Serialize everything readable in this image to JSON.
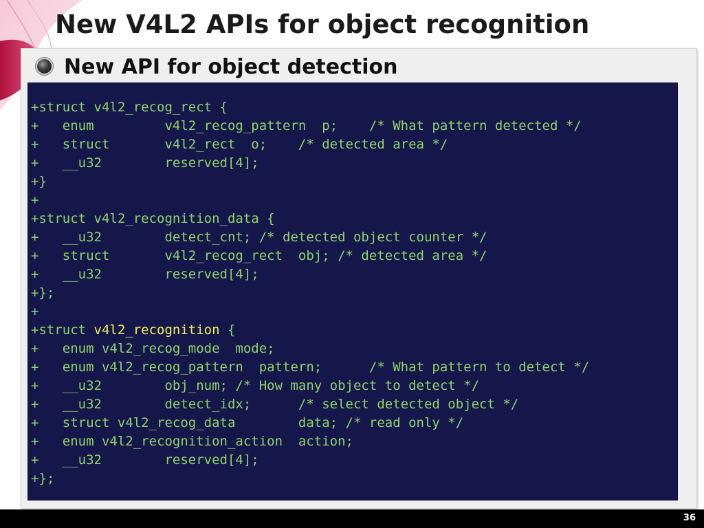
{
  "slide": {
    "title": "New V4L2 APIs for object recognition",
    "subtitle": "New API for object detection",
    "page_number": "36"
  },
  "code": [
    {
      "text": "+struct v4l2_recog_rect {"
    },
    {
      "text": "+   enum         v4l2_recog_pattern  p;    /* What pattern detected */"
    },
    {
      "text": "+   struct       v4l2_rect  o;    /* detected area */"
    },
    {
      "text": "+   __u32        reserved[4];"
    },
    {
      "text": "+}"
    },
    {
      "text": "+"
    },
    {
      "text": "+struct v4l2_recognition_data {"
    },
    {
      "text": "+   __u32        detect_cnt; /* detected object counter */"
    },
    {
      "text": "+   struct       v4l2_recog_rect  obj; /* detected area */"
    },
    {
      "text": "+   __u32        reserved[4];"
    },
    {
      "text": "+};"
    },
    {
      "text": "+"
    },
    {
      "pre": "+struct ",
      "hl": "v4l2_recognition",
      "post": " {"
    },
    {
      "text": "+   enum v4l2_recog_mode  mode;"
    },
    {
      "text": "+   enum v4l2_recog_pattern  pattern;      /* What pattern to detect */"
    },
    {
      "text": "+   __u32        obj_num; /* How many object to detect */"
    },
    {
      "text": "+   __u32        detect_idx;      /* select detected object */"
    },
    {
      "text": "+   struct v4l2_recog_data        data; /* read only */"
    },
    {
      "text": "+   enum v4l2_recognition_action  action;"
    },
    {
      "text": "+   __u32        reserved[4];"
    },
    {
      "text": "+};"
    }
  ],
  "colors": {
    "code_background": "#15174a",
    "code_text": "#8fd46a",
    "highlight_text": "#f4ee5a",
    "accent": "#c8285a"
  }
}
